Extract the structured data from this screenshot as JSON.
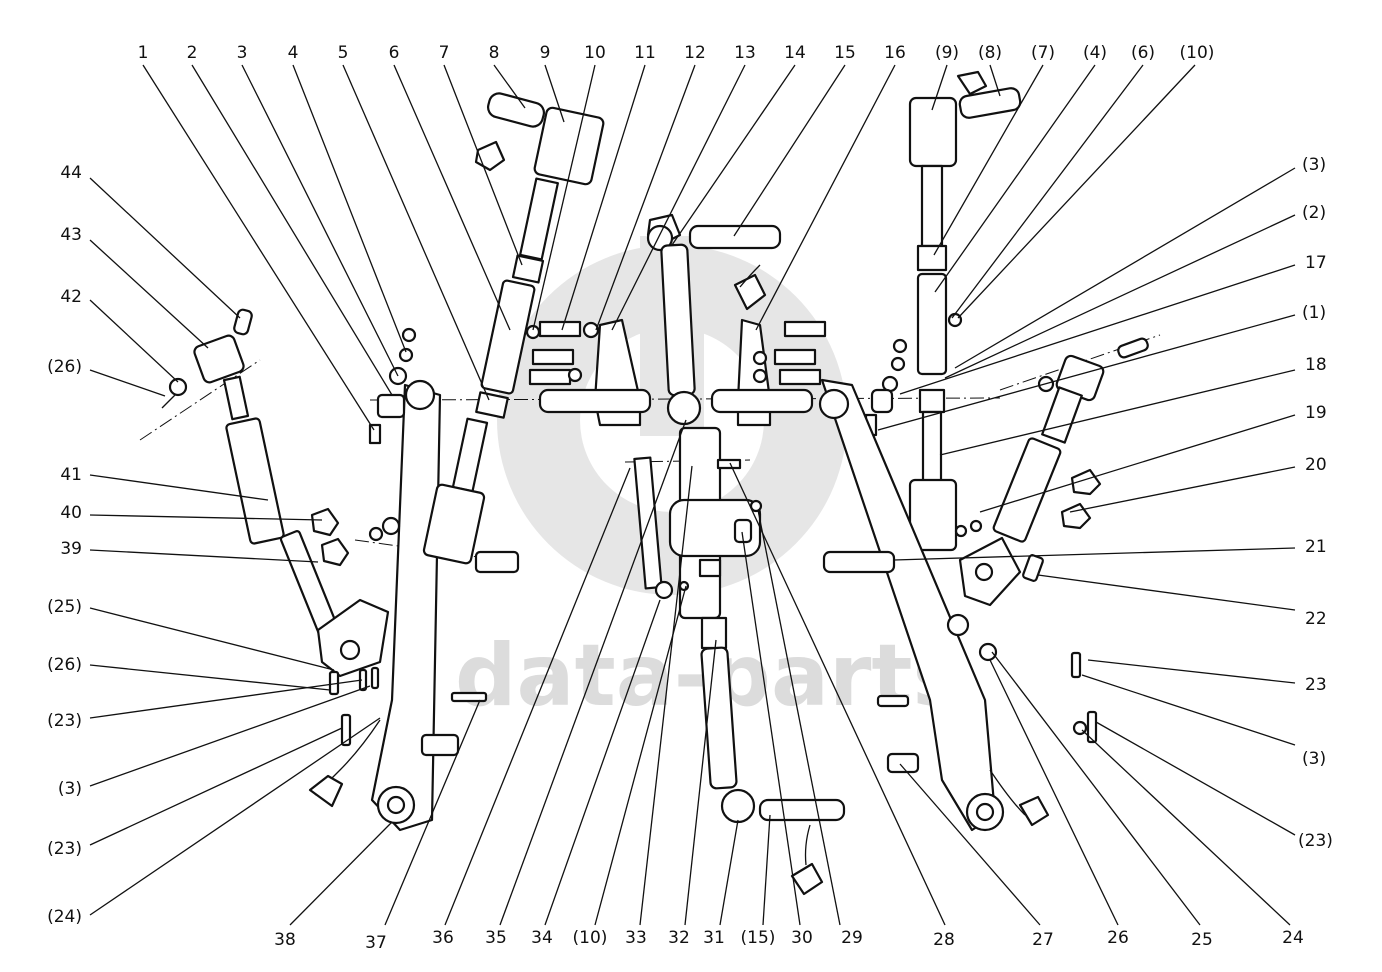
{
  "watermark": {
    "text": "data-parts",
    "color": "#dcdcdc"
  },
  "callouts": {
    "top": [
      "1",
      "2",
      "3",
      "4",
      "5",
      "6",
      "7",
      "8",
      "9",
      "10",
      "11",
      "12",
      "13",
      "14",
      "15",
      "16",
      "(9)",
      "(8)",
      "(7)",
      "(4)",
      "(6)",
      "(10)"
    ],
    "left": [
      "44",
      "43",
      "42",
      "(26)",
      "41",
      "40",
      "39",
      "(25)",
      "(26)",
      "(23)",
      "(3)",
      "(23)",
      "(24)"
    ],
    "right": [
      "(3)",
      "(2)",
      "17",
      "(1)",
      "18",
      "19",
      "20",
      "21",
      "22",
      "23",
      "(3)",
      "(23)"
    ],
    "bottom": [
      "38",
      "37",
      "36",
      "35",
      "34",
      "(10)",
      "33",
      "32",
      "31",
      "(15)",
      "30",
      "29",
      "28",
      "27",
      "26",
      "25",
      "24"
    ]
  }
}
